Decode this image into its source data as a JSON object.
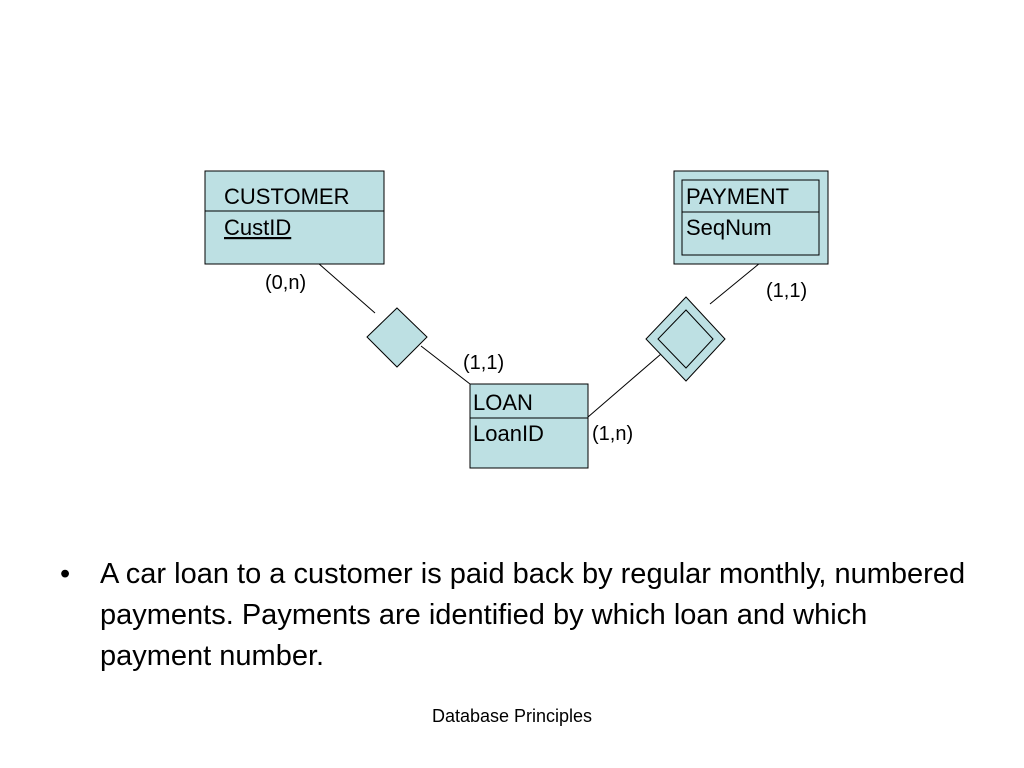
{
  "diagram": {
    "entities": {
      "customer": {
        "name": "CUSTOMER",
        "key": "CustID"
      },
      "payment": {
        "name": "PAYMENT",
        "key": "SeqNum"
      },
      "loan": {
        "name": "LOAN",
        "key": "LoanID"
      }
    },
    "cardinalities": {
      "customer_side": "(0,n)",
      "loan_customer_side": "(1,1)",
      "payment_side": "(1,1)",
      "loan_payment_side": "(1,n)"
    },
    "colors": {
      "entity_fill": "#bde0e3",
      "stroke": "#000000"
    }
  },
  "bullet": {
    "marker": "•",
    "text": "A car loan to a customer is paid back by regular monthly, numbered payments. Payments are identified by which loan and which payment number."
  },
  "footer": {
    "text": "Database Principles"
  }
}
